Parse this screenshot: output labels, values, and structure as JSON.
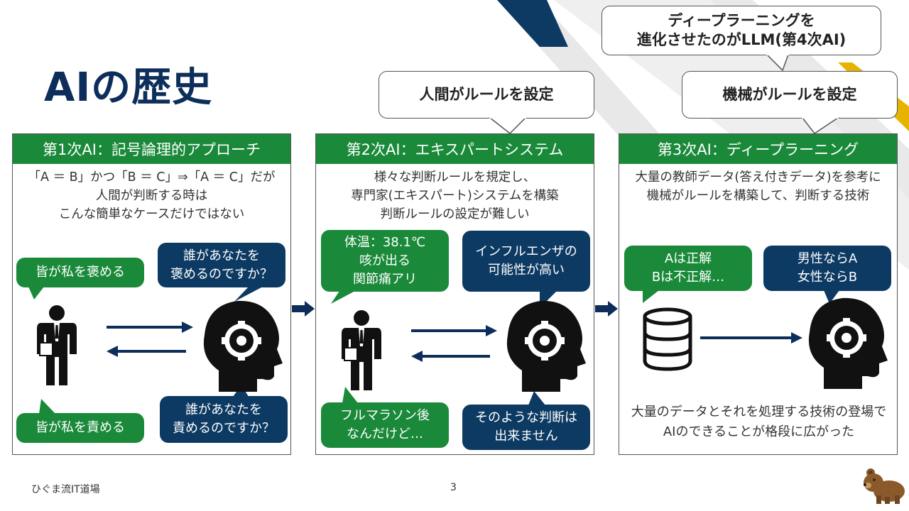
{
  "title": "AIの歴史",
  "callouts": {
    "llm_line1": "ディープラーニングを",
    "llm_line2": "進化させたのがLLM(第4次AI)",
    "human_rules": "人間がルールを設定",
    "machine_rules": "機械がルールを設定"
  },
  "panels": [
    {
      "header": "第1次AI：記号論理的アプローチ",
      "desc": [
        "「A ＝ B」かつ「B ＝ C」⇒「A ＝ C」だが",
        "人間が判断する時は",
        "こんな簡単なケースだけではない"
      ],
      "bubbles": {
        "tl": [
          "皆が私を褒める"
        ],
        "tr": [
          "誰があなたを",
          "褒めるのですか？"
        ],
        "bl": [
          "皆が私を責める"
        ],
        "br": [
          "誰があなたを",
          "責めるのですか？"
        ]
      }
    },
    {
      "header": "第2次AI：エキスパートシステム",
      "desc": [
        "様々な判断ルールを規定し、",
        "専門家(エキスパート)システムを構築",
        "判断ルールの設定が難しい"
      ],
      "bubbles": {
        "tl": [
          "体温：38.1℃",
          "咳が出る",
          "関節痛アリ"
        ],
        "tr": [
          "インフルエンザの",
          "可能性が高い"
        ],
        "bl": [
          "フルマラソン後",
          "なんだけど…"
        ],
        "br": [
          "そのような判断は",
          "出来ません"
        ]
      }
    },
    {
      "header": "第3次AI：ディープラーニング",
      "desc": [
        "大量の教師データ(答え付きデータ)を参考に",
        "機械がルールを構築して、判断する技術"
      ],
      "bubbles": {
        "tl": [
          "Aは正解",
          "Bは不正解…"
        ],
        "tr": [
          "男性ならA",
          "女性ならB"
        ]
      },
      "caption": [
        "大量のデータとそれを処理する技術の登場で",
        "AIのできることが格段に広がった"
      ]
    }
  ],
  "footer": {
    "brand": "ひぐま流IT道場",
    "page": "3"
  },
  "colors": {
    "navy": "#0d2d5b",
    "green": "#1a8a3a",
    "bubble_navy": "#0d3a63",
    "gold": "#e6b400"
  },
  "icons": [
    "person-icon",
    "ai-head-gear-icon",
    "database-icon",
    "bear-icon",
    "arrow-right-icon",
    "arrow-left-icon"
  ]
}
